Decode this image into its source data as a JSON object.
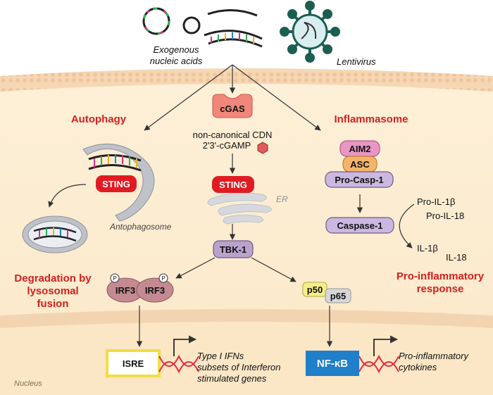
{
  "top": {
    "exogenous": [
      "Exogenous",
      "nucleic acids"
    ],
    "lentivirus": "Lentivirus"
  },
  "pathways": {
    "autophagy": "Autophagy",
    "inflammasome": "Inflammasome"
  },
  "center": {
    "cgas": "cGAS",
    "cdn_line1": "non-canonical CDN",
    "cdn_line2": "2'3'-cGAMP",
    "sting": "STING",
    "er": "ER",
    "tbk1": "TBK-1",
    "irf3_a": "IRF3",
    "irf3_b": "IRF3",
    "phospho": "P",
    "p50": "p50",
    "p65": "p65"
  },
  "autophagy_side": {
    "sting": "STING",
    "antophagosome": "Antophagosome",
    "degradation": [
      "Degradation by",
      "lysosomal",
      "fusion"
    ]
  },
  "inflammasome_side": {
    "aim2": "AIM2",
    "asc": "ASC",
    "procasp": "Pro-Casp-1",
    "caspase": "Caspase-1",
    "pro_il1b": "Pro-IL-1β",
    "pro_il18": "Pro-IL-18",
    "il1b": "IL-1β",
    "il18": "IL-18",
    "response": [
      "Pro-inflammatory",
      "response"
    ]
  },
  "nucleus": {
    "label": "Nucleus",
    "isre": "ISRE",
    "ifn_text": [
      "Type I IFNs",
      "subsets of Interferon",
      "stimulated genes"
    ],
    "nfkb": "NF-κB",
    "cyto_text": [
      "Pro-inflammatory",
      "cytokines"
    ]
  },
  "colors": {
    "cytoplasm": "#fdf1dc",
    "membrane": "#f2cfa8",
    "sting_red": "#e11b22",
    "cgas_fill": "#f0877a",
    "tbk_fill": "#b9a3cc",
    "irf3_fill": "#c48a92",
    "lavender": "#cbb8e0",
    "aim2": "#e896c4",
    "asc": "#f3b36a",
    "isre_border": "#f5e46a",
    "nfkb_fill": "#1f7fc9",
    "p50": "#f6ee8a",
    "p65": "#d7d7d7"
  }
}
